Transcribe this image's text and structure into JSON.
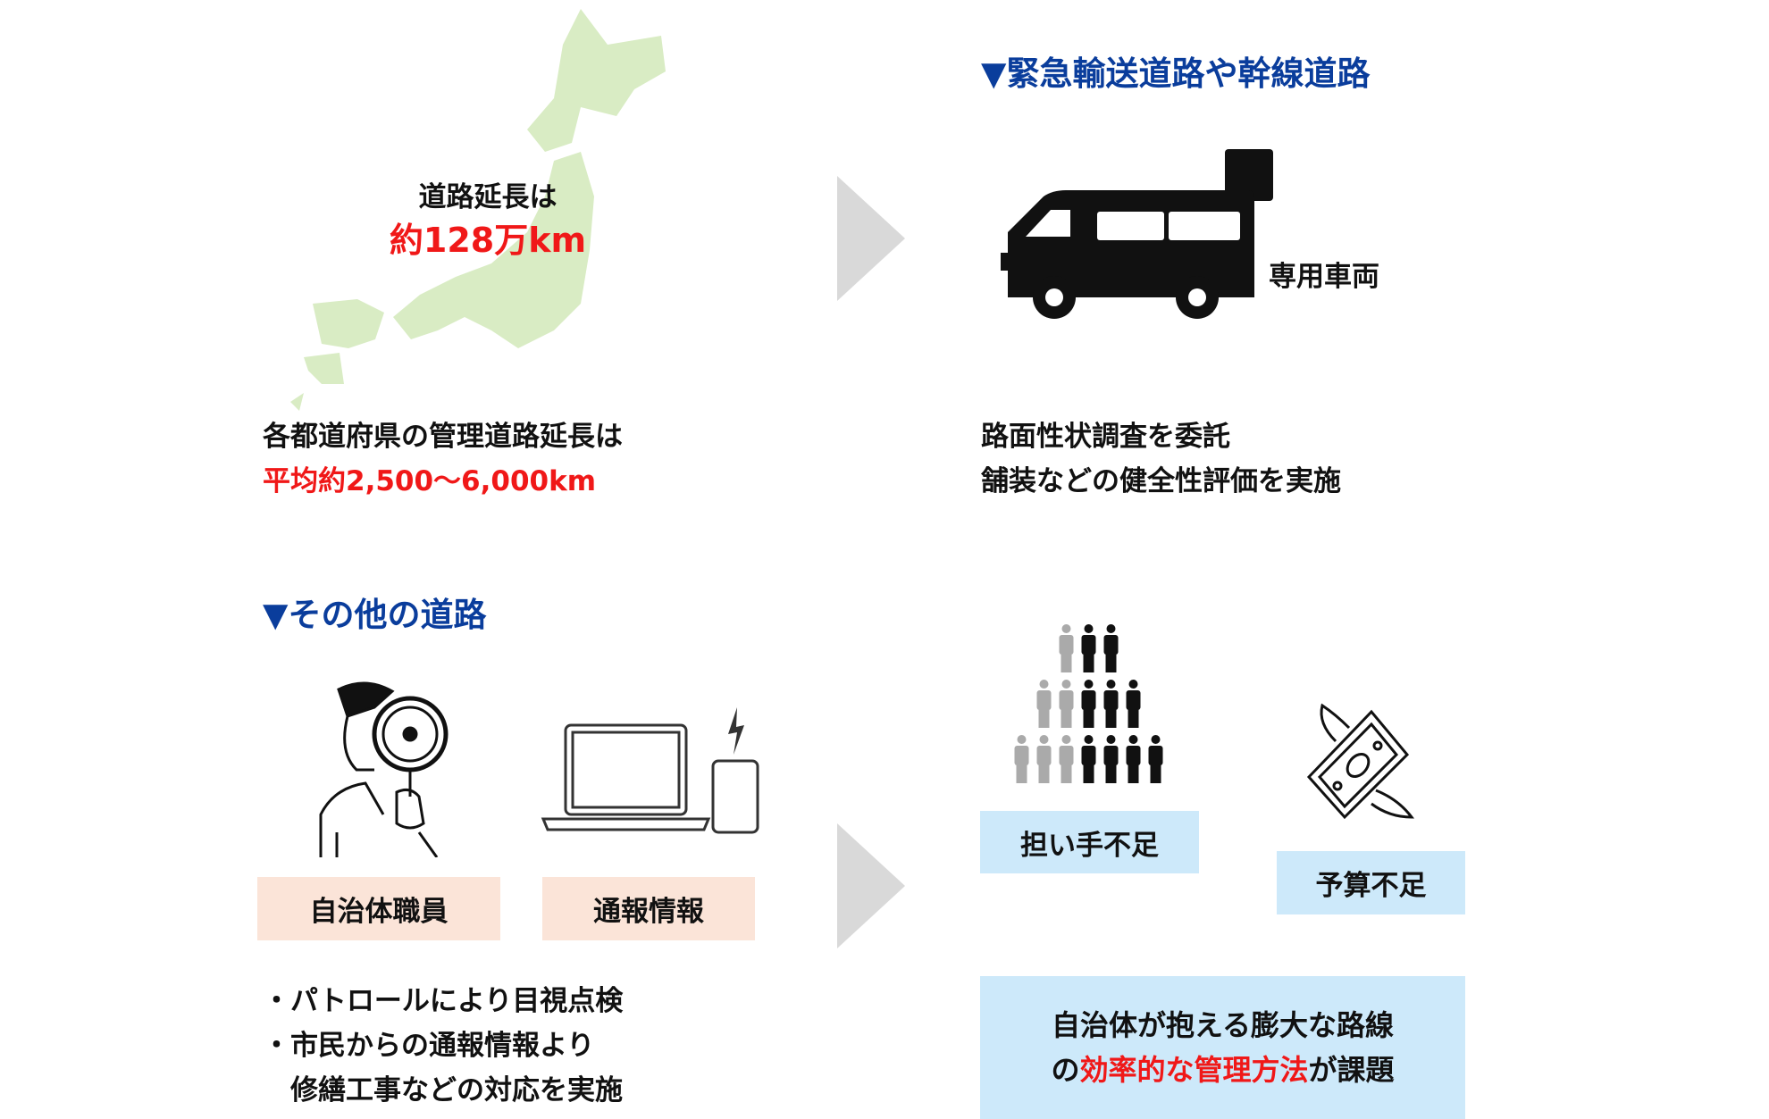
{
  "map": {
    "title": "道路延長は",
    "value": "約128万km"
  },
  "prefecture_note": {
    "line1": "各都道府県の管理道路延長は",
    "line2": "平均約2,500〜6,000km"
  },
  "trunk_roads": {
    "heading": "▼緊急輸送道路や幹線道路",
    "vehicle_label": "専用車両",
    "desc_line1": "路面性状調査を委託",
    "desc_line2": "舗装などの健全性評価を実施"
  },
  "other_roads": {
    "heading": "▼その他の道路",
    "label_staff": "自治体職員",
    "label_reports": "通報情報",
    "bullet1": "・パトロールにより目視点検",
    "bullet2": "・市民からの通報情報より",
    "bullet3": "　修繕工事などの対応を実施"
  },
  "problems": {
    "workers": "担い手不足",
    "budget": "予算不足",
    "summary_line1": "自治体が抱える膨大な路線",
    "summary_pre": "の",
    "summary_highlight": "効率的な管理方法",
    "summary_post": "が課題"
  },
  "colors": {
    "heading": "#0a3d9c",
    "highlight": "#f01818",
    "map": "#d9ecc4",
    "peach": "#fbe4d8",
    "blue": "#cde9fa",
    "arrow": "#d9d9d9"
  }
}
